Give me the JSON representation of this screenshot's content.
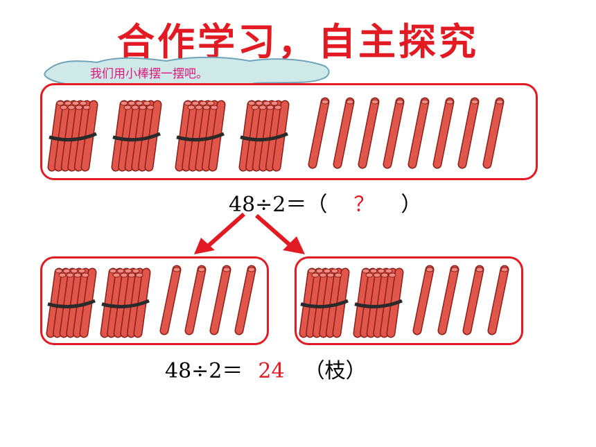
{
  "title": "合作学习，自主探究",
  "bubble_text": "我们用小棒摆一摆吧。",
  "equation_top": {
    "expression": "48÷2＝（",
    "answer": "？",
    "close": "）"
  },
  "equation_bottom": {
    "expression": "48÷2＝",
    "answer": "24",
    "unit": "（枝）"
  },
  "colors": {
    "accent": "#e21a23",
    "bubble_fill": "#cfe8e8",
    "bubble_stroke": "#6fa4b8",
    "bubble_text": "#e0187a",
    "stick": "#e0564a"
  },
  "groups": {
    "top": {
      "bundles": 4,
      "singles": 8
    },
    "left": {
      "bundles": 2,
      "singles": 4
    },
    "right": {
      "bundles": 2,
      "singles": 4
    }
  }
}
